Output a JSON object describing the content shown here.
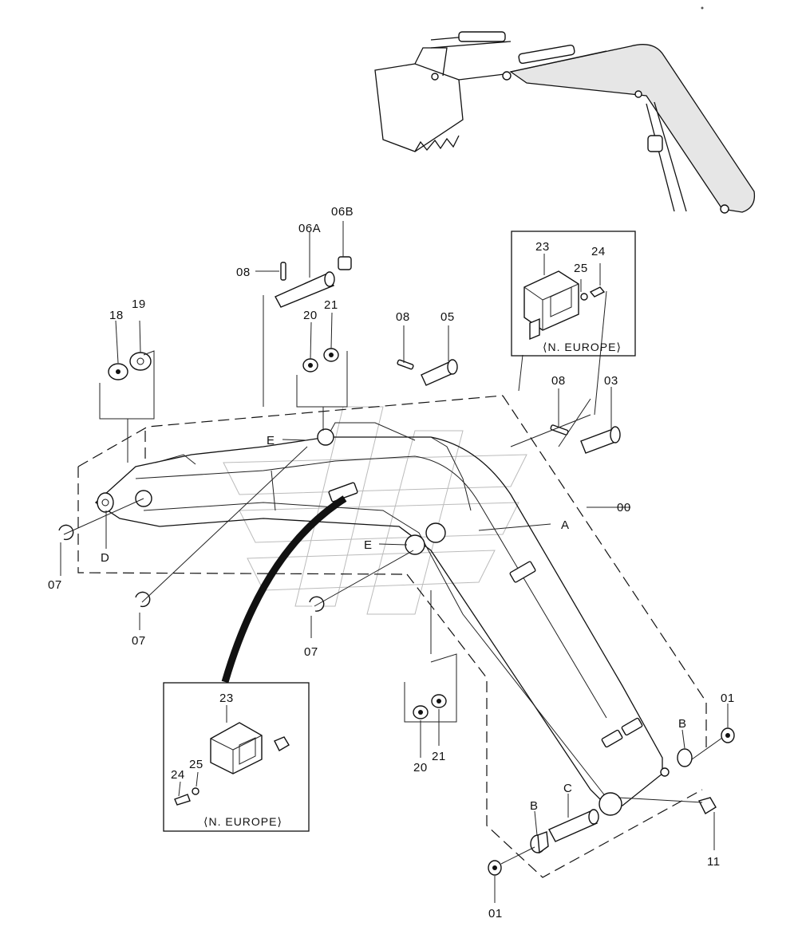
{
  "parts": {
    "p00": "00",
    "p01a": "01",
    "p01b": "01",
    "p03": "03",
    "p05": "05",
    "p06A": "06A",
    "p06B": "06B",
    "p07a": "07",
    "p07b": "07",
    "p07c": "07",
    "p08a": "08",
    "p08b": "08",
    "p08c": "08",
    "p11": "11",
    "p18": "18",
    "p19": "19",
    "p20a": "20",
    "p20b": "20",
    "p21a": "21",
    "p21b": "21",
    "p23a": "23",
    "p23b": "23",
    "p24a": "24",
    "p24b": "24",
    "p25a": "25",
    "p25b": "25"
  },
  "callouts": {
    "A": "A",
    "Ba": "B",
    "Bb": "B",
    "C": "C",
    "D": "D",
    "Ea": "E",
    "Eb": "E"
  },
  "insets": {
    "top_region": "⟨N. EUROPE⟩",
    "bottom_region": "⟨N. EUROPE⟩"
  },
  "colors": {
    "line": "#111111",
    "background": "#ffffff",
    "watermark": "#bbbbbb"
  }
}
